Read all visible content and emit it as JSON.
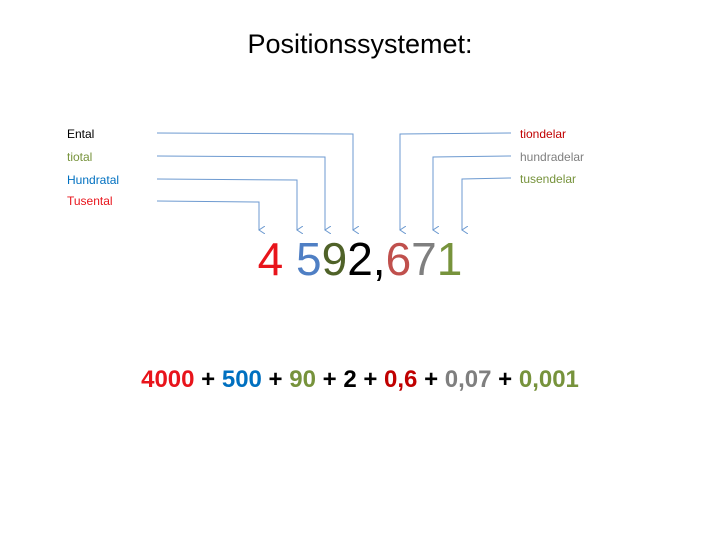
{
  "title": "Positionssystemet:",
  "colors": {
    "red": "#e8141b",
    "blue": "#4f7fc4",
    "olive": "#4f6228",
    "green": "#77933c",
    "gray": "#7f7f7f",
    "black": "#000000",
    "darkred": "#c00000",
    "deepblue": "#0070c0",
    "arrow": "#6d9ad0"
  },
  "left_labels": [
    {
      "text": "Ental",
      "color": "#000000"
    },
    {
      "text": "tiotal",
      "color": "#77933c"
    },
    {
      "text": "Hundratal",
      "color": "#0070c0"
    },
    {
      "text": "Tusental",
      "color": "#e8141b"
    }
  ],
  "right_labels": [
    {
      "text": "tiondelar",
      "color": "#c00000"
    },
    {
      "text": "hundradelar",
      "color": "#7f7f7f"
    },
    {
      "text": "tusendelar",
      "color": "#77933c"
    }
  ],
  "number": {
    "d_thousands": "4",
    "space": " ",
    "d_hundreds": "5",
    "d_tens": "9",
    "d_ones": "2",
    "comma": ",",
    "d_tenths": "6",
    "d_hundredths": "7",
    "d_thousandths": "1"
  },
  "expansion": {
    "t1": "4000",
    "p1": " + ",
    "t2": "500",
    "p2": " + ",
    "t3": "90",
    "p3": " + ",
    "t4": "2",
    "p4": " + ",
    "t5": "0,6",
    "p5": " + ",
    "t6": "0,07",
    "p6": " + ",
    "t7": "0,001"
  }
}
